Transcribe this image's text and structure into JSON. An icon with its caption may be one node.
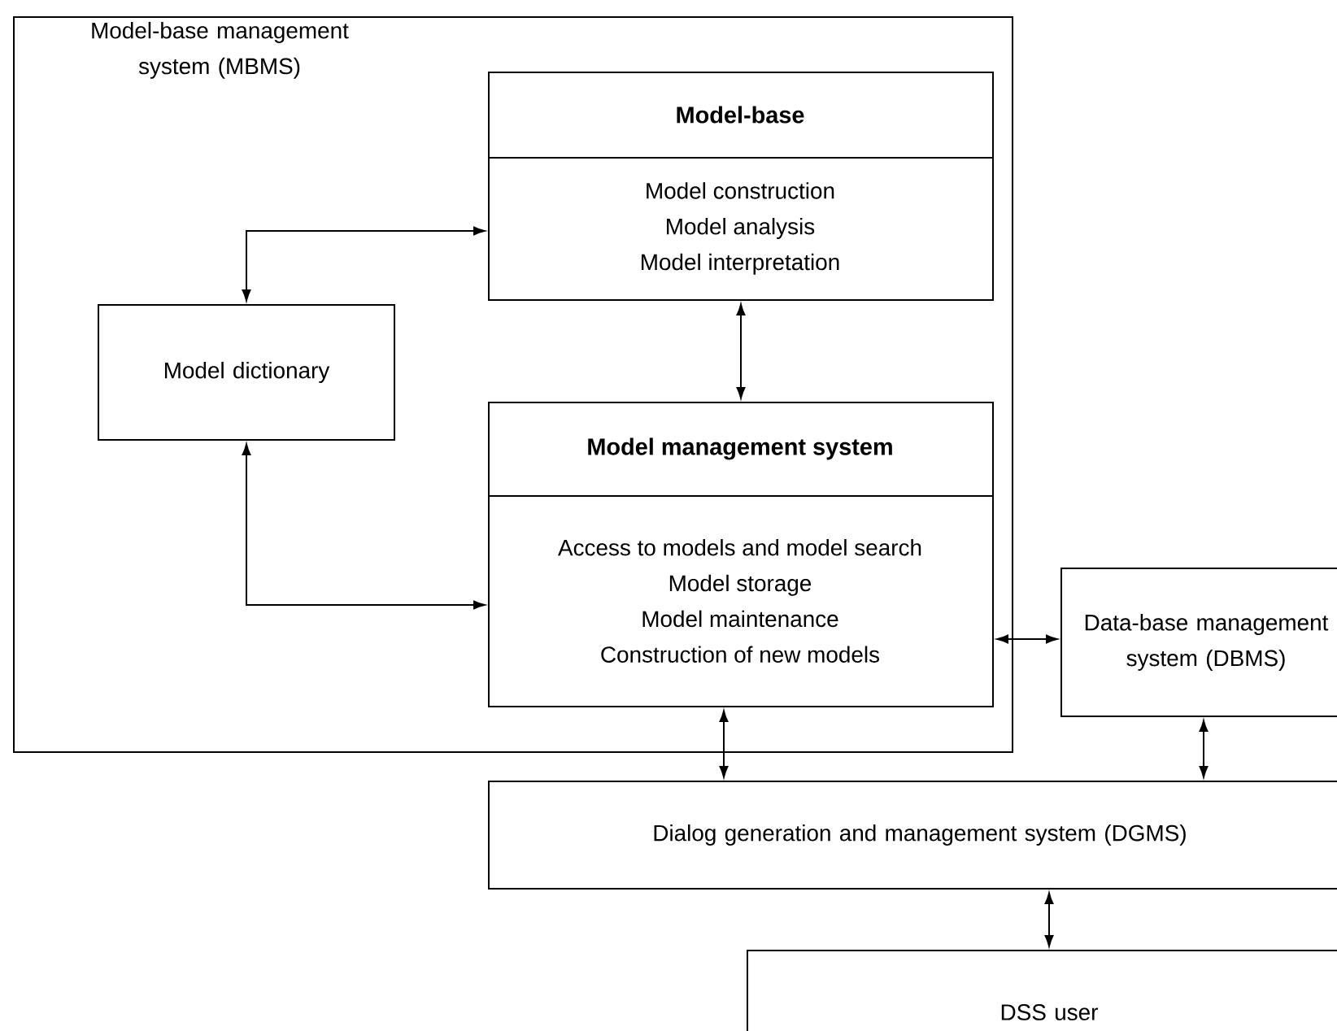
{
  "diagram": {
    "nodes": [
      {
        "text": [
          "Model-base management system (MBMS)"
        ]
      },
      {
        "text": [
          "Model-base",
          "Model construction",
          "Model analysis",
          "Model interpretation"
        ],
        "in": 0
      },
      {
        "text": [
          "Model dictionary"
        ],
        "in": 0
      },
      {
        "text": [
          "Model management system",
          "Access to models and model search",
          "Model storage",
          "Model maintenance",
          "Construction of new models"
        ],
        "in": 0
      },
      {
        "text": [
          "Data-base management system (DBMS)"
        ]
      },
      {
        "text": [
          "Dialog generation and management system (DGMS)"
        ]
      },
      {
        "text": [
          "DSS user"
        ]
      }
    ],
    "edges": [
      {
        "from": 2,
        "to": 1,
        "arrow": "both"
      },
      {
        "from": 2,
        "to": 3,
        "arrow": "both"
      },
      {
        "from": 1,
        "to": 3,
        "arrow": "both"
      },
      {
        "from": 3,
        "to": 4,
        "arrow": "both"
      },
      {
        "from": 3,
        "to": 5,
        "arrow": "both"
      },
      {
        "from": 4,
        "to": 5,
        "arrow": "both"
      },
      {
        "from": 5,
        "to": 6,
        "arrow": "both"
      }
    ]
  }
}
